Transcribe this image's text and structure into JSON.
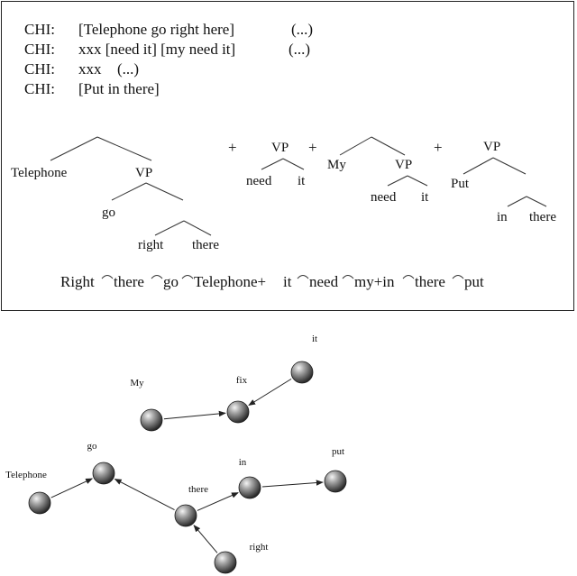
{
  "transcript": [
    {
      "speaker": "CHI:",
      "utterance": "[Telephone go right here]",
      "tail": "(...)"
    },
    {
      "speaker": "CHI:",
      "utterance": "xxx [need it] [my need it]",
      "tail": "(...)"
    },
    {
      "speaker": "CHI:",
      "utterance": "xxx",
      "tail": "(...)"
    },
    {
      "speaker": "CHI:",
      "utterance": "[Put in there]",
      "tail": ""
    }
  ],
  "trees": {
    "t1_root": "Telephone",
    "t1_vp": "VP",
    "t1_go": "go",
    "t1_right": "right",
    "t1_there": "there",
    "plus1": "+",
    "t2_vp": "VP",
    "t2_need": "need",
    "t2_it": "it",
    "plus2": "+",
    "t3_my": "My",
    "t3_vp": "VP",
    "t3_need": "need",
    "t3_it": "it",
    "plus3": "+",
    "t4_vp": "VP",
    "t4_put": "Put",
    "t4_in": "in",
    "t4_there": "there"
  },
  "linearization": {
    "w1": "Right",
    "w2": "there",
    "w3": "go",
    "w4": "Telephone+",
    "w5": "it",
    "w6": "need",
    "w7": "my+in",
    "w8": "there",
    "w9": "put"
  },
  "network": {
    "nodes": [
      {
        "id": "my",
        "label": "My"
      },
      {
        "id": "fix",
        "label": "fix"
      },
      {
        "id": "it",
        "label": "it"
      },
      {
        "id": "telephone",
        "label": "Telephone"
      },
      {
        "id": "go",
        "label": "go"
      },
      {
        "id": "there",
        "label": "there"
      },
      {
        "id": "in",
        "label": "in"
      },
      {
        "id": "put",
        "label": "put"
      },
      {
        "id": "right",
        "label": "right"
      }
    ],
    "edges": [
      {
        "from": "my",
        "to": "fix"
      },
      {
        "from": "it",
        "to": "fix"
      },
      {
        "from": "telephone",
        "to": "go"
      },
      {
        "from": "there",
        "to": "go"
      },
      {
        "from": "there",
        "to": "in"
      },
      {
        "from": "in",
        "to": "put"
      },
      {
        "from": "right",
        "to": "there"
      }
    ]
  },
  "colors": {
    "node": "#8a8a8a",
    "ink": "#111111"
  }
}
